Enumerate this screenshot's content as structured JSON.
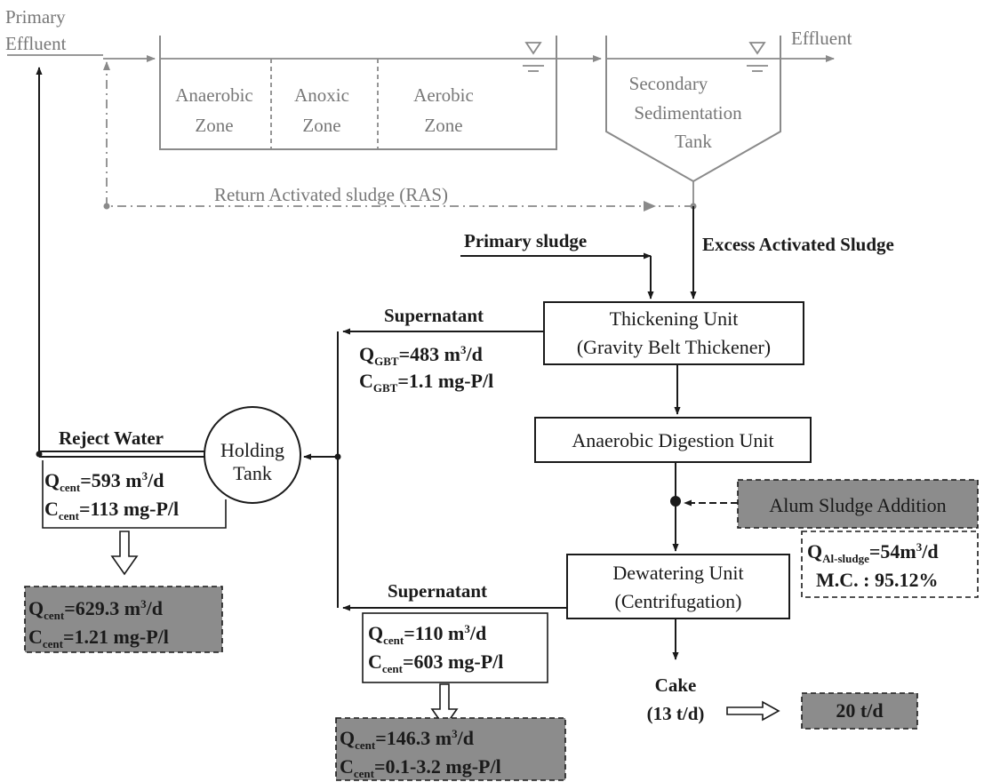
{
  "labels": {
    "primary_effluent_line1": "Primary",
    "primary_effluent_line2": "Effluent",
    "effluent": "Effluent",
    "anaerobic_zone_line1": "Anaerobic",
    "anaerobic_zone_line2": "Zone",
    "anoxic_zone_line1": "Anoxic",
    "anoxic_zone_line2": "Zone",
    "aerobic_zone_line1": "Aerobic",
    "aerobic_zone_line2": "Zone",
    "secondary_line1": "Secondary",
    "secondary_line2": "Sedimentation",
    "secondary_line3": "Tank",
    "ras": "Return Activated sludge (RAS)",
    "primary_sludge": "Primary sludge",
    "excess_sludge": "Excess Activated Sludge",
    "supernatant_top": "Supernatant",
    "supernatant_bottom": "Supernatant",
    "reject_water": "Reject Water",
    "holding_tank_line1": "Holding",
    "holding_tank_line2": "Tank",
    "cake_line1": "Cake",
    "cake_line2": "(13 t/d)"
  },
  "units": {
    "thickening_line1": "Thickening Unit",
    "thickening_line2": "(Gravity Belt Thickener)",
    "digestion": "Anaerobic Digestion Unit",
    "dewatering_line1": "Dewatering Unit",
    "dewatering_line2": "(Centrifugation)",
    "alum": "Alum Sludge Addition"
  },
  "flows": {
    "gbt_q_label": "Q",
    "gbt_q_sub": "GBT",
    "gbt_q_value": "=483 m",
    "gbt_q_sup": "3",
    "gbt_q_unit": "/d",
    "gbt_c_label": "C",
    "gbt_c_sub": "GBT",
    "gbt_c_value": "=1.1 mg-P/l",
    "reject_q_label": "Q",
    "reject_q_sub": "cent",
    "reject_q_value": "=593 m",
    "reject_q_sup": "3",
    "reject_q_unit": "/d",
    "reject_c_label": "C",
    "reject_c_sub": "cent",
    "reject_c_value": "=113 mg-P/l",
    "reject_new_q_label": "Q",
    "reject_new_q_sub": "cent",
    "reject_new_q_value": "=629.3 m",
    "reject_new_q_sup": "3",
    "reject_new_q_unit": "/d",
    "reject_new_c_label": "C",
    "reject_new_c_sub": "cent",
    "reject_new_c_value": "=1.21 mg-P/l",
    "cent_q_label": "Q",
    "cent_q_sub": "cent",
    "cent_q_value": "=110 m",
    "cent_q_sup": "3",
    "cent_q_unit": "/d",
    "cent_c_label": "C",
    "cent_c_sub": "cent",
    "cent_c_value": "=603 mg-P/l",
    "cent_new_q_label": "Q",
    "cent_new_q_sub": "cent",
    "cent_new_q_value": "=146.3 m",
    "cent_new_q_sup": "3",
    "cent_new_q_unit": "/d",
    "cent_new_c_label": "C",
    "cent_new_c_sub": "cent",
    "cent_new_c_value": "=0.1-3.2 mg-P/l",
    "alum_q_label": "Q",
    "alum_q_sub": "Al-sludge",
    "alum_q_value": "=54m",
    "alum_q_sup": "3",
    "alum_q_unit": "/d",
    "alum_mc": "M.C. : 95.12%",
    "cake_new": "20 t/d"
  },
  "colors": {
    "line": "#1a1a1a",
    "gray_line": "#8a8a8a",
    "highlight_fill": "#8c8c8c"
  }
}
